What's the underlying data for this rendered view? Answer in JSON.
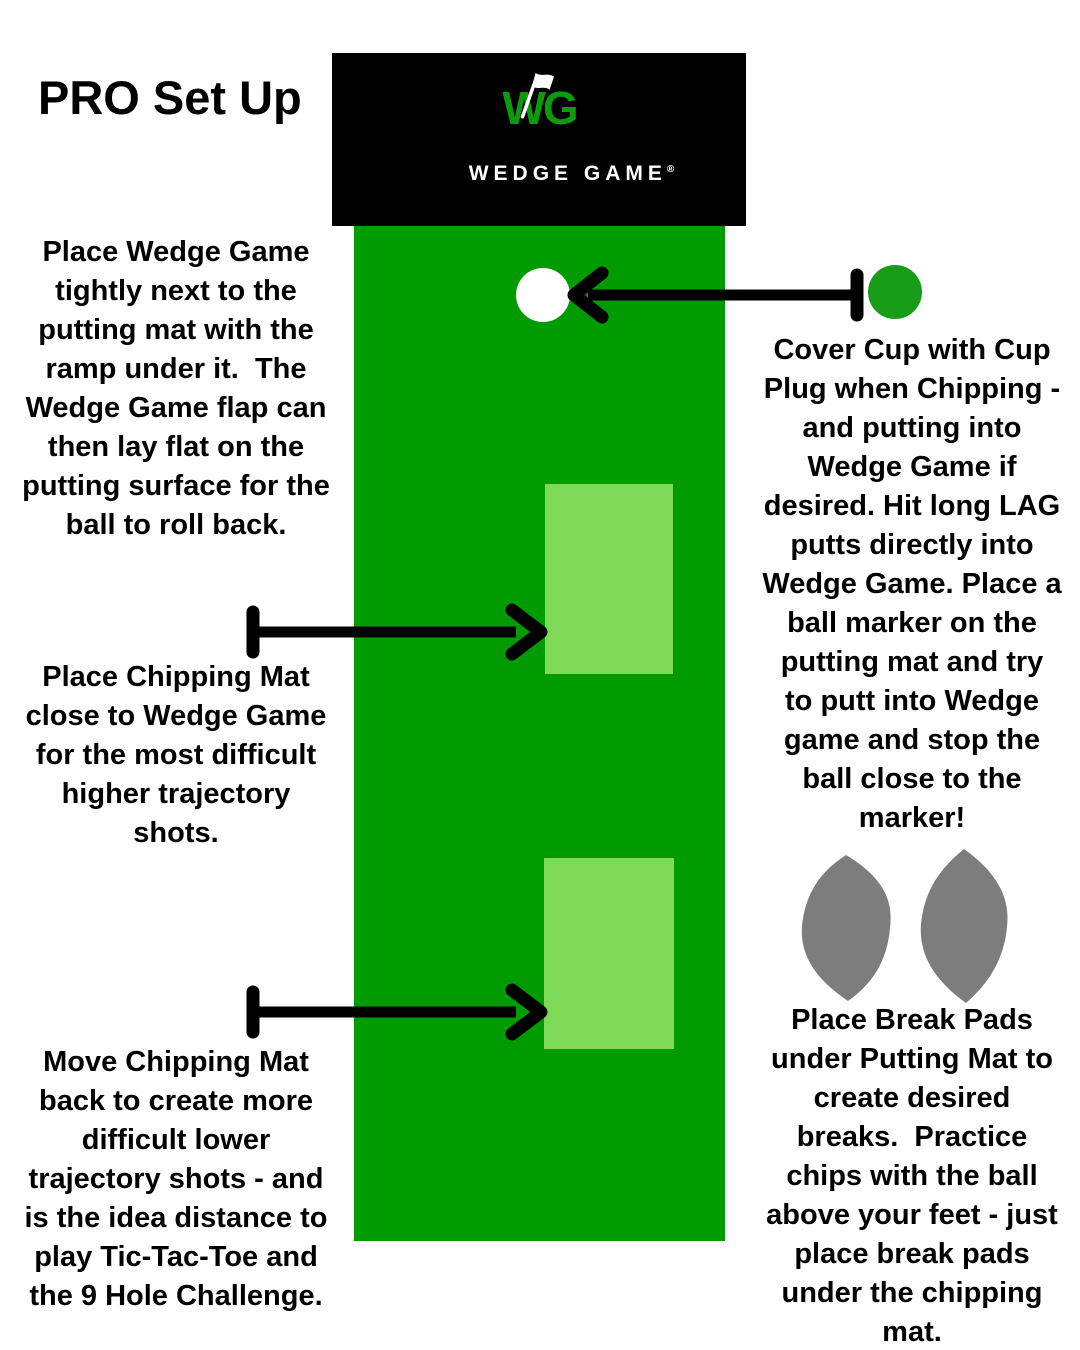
{
  "title": "PRO Set Up",
  "logo": {
    "monogram_w": "W",
    "monogram_g": "G",
    "flag_icon": "golf-flag-icon",
    "wordmark": "WEDGE GAME",
    "registered_mark": "®",
    "colors": {
      "panel": "#000000",
      "monogram_green": "#0b9b0b",
      "wordmark": "#ffffff"
    }
  },
  "diagram": {
    "background_color": "#ffffff",
    "putting_mat_color": "#009b00",
    "chipping_mat_color": "#7ed957",
    "cup_color": "#ffffff",
    "cup_plug_color": "#169c16",
    "break_pad_color": "#7d7d7d",
    "arrow_color": "#000000",
    "elements": [
      "putting-mat",
      "chipping-mat-high",
      "chipping-mat-low",
      "cup",
      "cup-plug",
      "break-pad-left",
      "break-pad-right"
    ]
  },
  "annotations": {
    "top_left": "Place Wedge Game\ntightly next to the\nputting mat with the\nramp under it.  The\nWedge Game flap can\nthen lay flat on the\nputting surface for the\nball to roll back.",
    "right_top": "Cover Cup with Cup\nPlug when Chipping -\nand putting into\nWedge Game if\ndesired. Hit long LAG\nputts directly into\nWedge Game. Place a\nball marker on the\nputting mat and try\nto putt into Wedge\ngame and stop the\nball close to the\nmarker!",
    "mid_left": "Place Chipping Mat\nclose to Wedge Game\nfor the most difficult\nhigher trajectory\nshots.",
    "bottom_left": "Move Chipping Mat\nback to create more\ndifficult lower\ntrajectory shots - and\nis the idea distance to\nplay Tic-Tac-Toe and\nthe 9 Hole Challenge.",
    "bottom_right": "Place Break Pads\nunder Putting Mat to\ncreate desired\nbreaks.  Practice\nchips with the ball\nabove your feet - just\nplace break pads\nunder the chipping\nmat."
  }
}
